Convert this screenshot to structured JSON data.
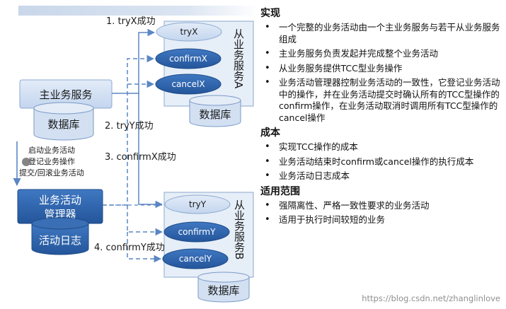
{
  "diagram": {
    "main_service": "主业务服务",
    "db_label": "数据库",
    "manager_line1": "业务活动",
    "manager_line2": "管理器",
    "activity_log": "活动日志",
    "side_note_1": "启动业务活动",
    "side_note_2": "登记业务操作",
    "side_note_3": "提交/回滚业务活动",
    "service_a_title": "从业务服务A",
    "service_b_title": "从业务服务B",
    "try_x": "tryX",
    "confirm_x": "confirmX",
    "cancel_x": "cancelX",
    "try_y": "tryY",
    "confirm_y": "confirmY",
    "cancel_y": "cancelY",
    "step1": "1. tryX成功",
    "step2": "2. tryY成功",
    "step3": "3. confirmX成功",
    "step4": "4. confirmY成功"
  },
  "panel": {
    "sections": [
      {
        "title": "实现",
        "items": [
          "一个完整的业务活动由一个主业务服务与若干从业务服务组成",
          "主业务服务负责发起并完成整个业务活动",
          "从业务服务提供TCC型业务操作",
          "业务活动管理器控制业务活动的一致性，它登记业务活动中的操作，并在业务活动提交时确认所有的TCC型操作的confirm操作，在业务活动取消时调用所有TCC型操作的cancel操作"
        ]
      },
      {
        "title": "成本",
        "items": [
          "实现TCC操作的成本",
          "业务活动结束时confirm或cancel操作的执行成本",
          "业务活动日志成本"
        ]
      },
      {
        "title": "适用范围",
        "items": [
          "强隔离性、严格一致性要求的业务活动",
          "适用于执行时间较短的业务"
        ]
      }
    ]
  },
  "watermark": "https://blog.csdn.net/zhanglinlove",
  "colors": {
    "dark_blue": "#2e62a8",
    "light_blue": "#d2e0f2",
    "arrow": "#5b86c4"
  }
}
